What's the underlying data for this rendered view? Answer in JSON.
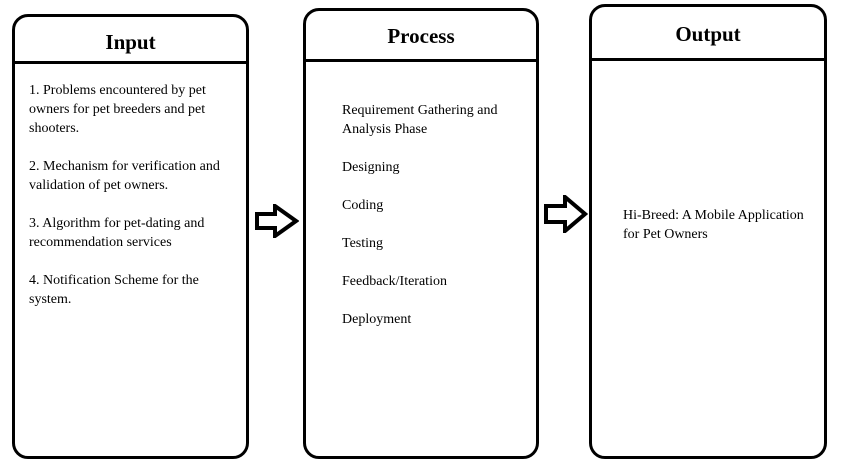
{
  "input": {
    "title": "Input",
    "items": [
      "1. Problems encountered by pet owners for pet breeders and pet shooters.",
      "2. Mechanism for verification and validation of pet owners.",
      "3. Algorithm for pet-dating and recommendation services",
      "4. Notification Scheme for the system."
    ]
  },
  "process": {
    "title": "Process",
    "items": [
      "Requirement Gathering and Analysis Phase",
      "Designing",
      "Coding",
      "Testing",
      "Feedback/Iteration",
      "Deployment"
    ]
  },
  "output": {
    "title": "Output",
    "text": "Hi-Breed: A Mobile Application for Pet Owners"
  },
  "arrows": {
    "icon": "right-arrow-icon",
    "stroke_color": "#000000",
    "fill_color": "#ffffff"
  }
}
